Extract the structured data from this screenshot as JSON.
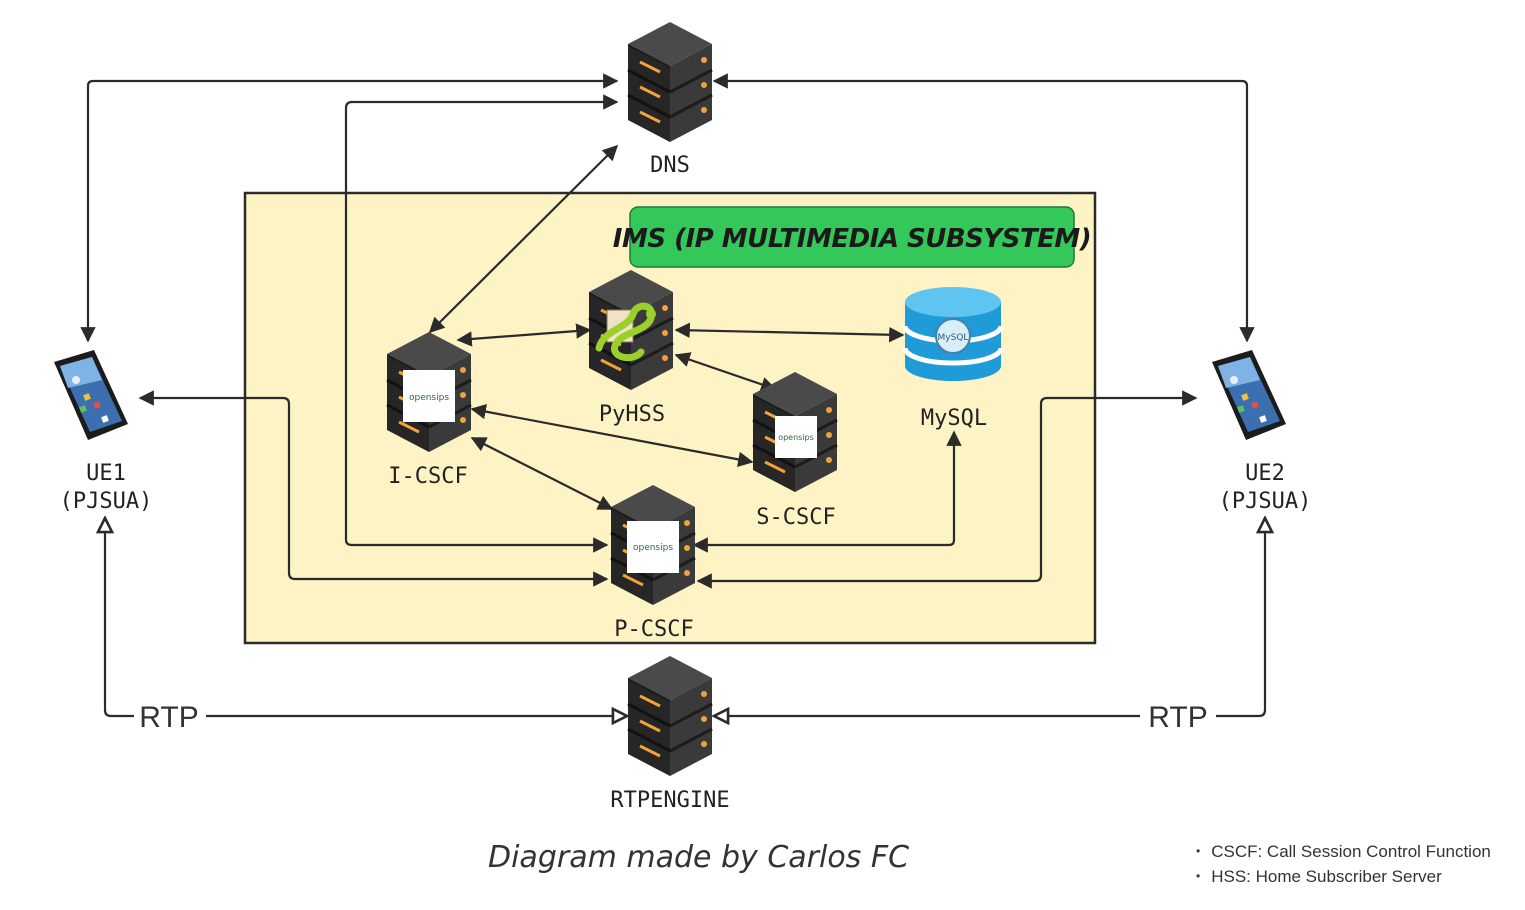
{
  "nodes": {
    "dns": "DNS",
    "pyhss": "PyHSS",
    "mysql": "MySQL",
    "icscf": "I-CSCF",
    "scscf": "S-CSCF",
    "pcscf": "P-CSCF",
    "rtpengine": "RTPENGINE",
    "ue1_line1": "UE1",
    "ue1_line2": "(PJSUA)",
    "ue2_line1": "UE2",
    "ue2_line2": "(PJSUA)"
  },
  "ims_title": "IMS (IP MULTIMEDIA SUBSYSTEM)",
  "rtp_left": "RTP",
  "rtp_right": "RTP",
  "logo_text": "opensips",
  "mysql_logo": "MySQL",
  "caption": "Diagram made by Carlos FC",
  "legend": [
    "CSCF: Call Session Control Function",
    "HSS: Home Subscriber Server"
  ],
  "colors": {
    "ims_box": "#fdf3c4",
    "ims_title_bg": "#34c759",
    "server_body": "#2f2f2f",
    "server_led": "#f2a23a",
    "db_blue": "#1f9bd8"
  }
}
